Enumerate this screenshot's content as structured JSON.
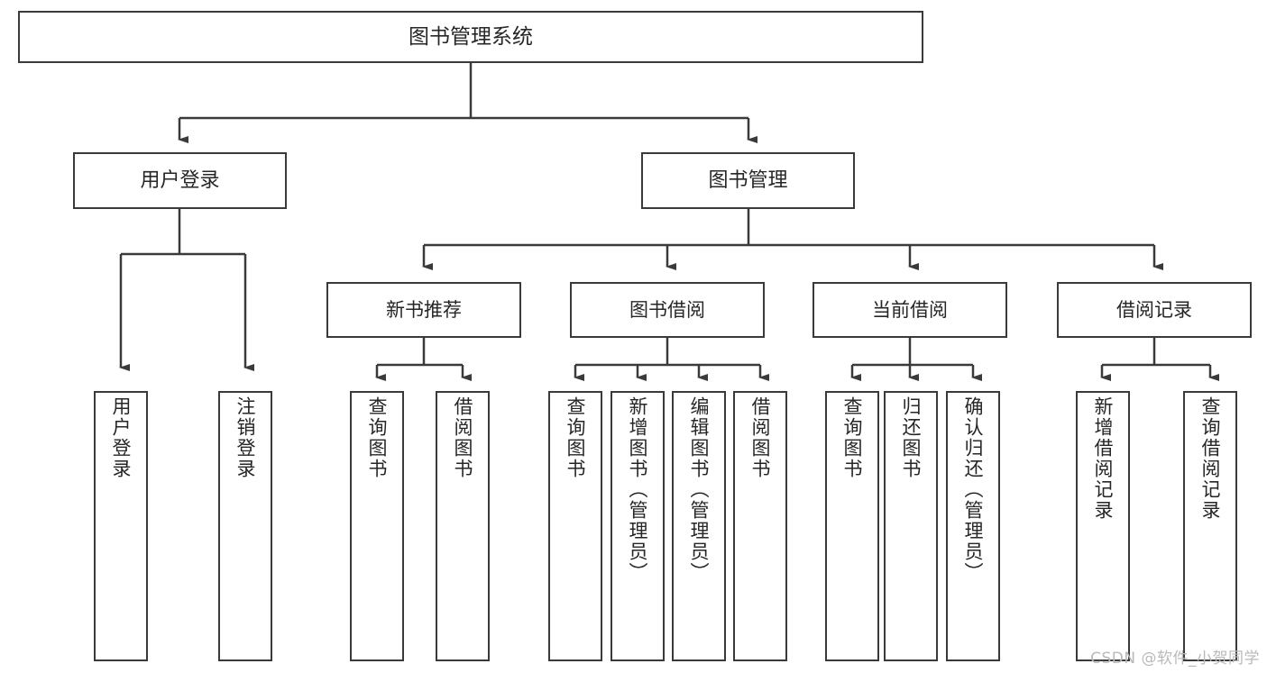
{
  "diagram": {
    "type": "tree",
    "title": "图书管理系统",
    "watermark": "CSDN @软件_小贺同学",
    "colors": {
      "background": "#ffffff",
      "box_border": "#3a3a3a",
      "connector": "#3a3a3a",
      "text": "#262626",
      "watermark": "#b9b9b9"
    }
  },
  "nodes": {
    "root": {
      "label": "图书管理系统",
      "level": 1
    },
    "l2": [
      {
        "id": "user-login",
        "label": "用户登录",
        "level": 2
      },
      {
        "id": "book-manage",
        "label": "图书管理",
        "level": 2
      }
    ],
    "l3": [
      {
        "id": "new-book-rec",
        "label": "新书推荐",
        "level": 3
      },
      {
        "id": "book-borrow",
        "label": "图书借阅",
        "level": 3
      },
      {
        "id": "current-borrow",
        "label": "当前借阅",
        "level": 3
      },
      {
        "id": "borrow-record",
        "label": "借阅记录",
        "level": 3
      }
    ],
    "leaves": {
      "user-login": [
        {
          "id": "leaf-user-login",
          "label": "用户登录"
        },
        {
          "id": "leaf-user-logout",
          "label": "注销登录"
        }
      ],
      "new-book-rec": [
        {
          "id": "leaf-query-book-1",
          "label": "查询图书"
        },
        {
          "id": "leaf-borrow-book-1",
          "label": "借阅图书"
        }
      ],
      "book-borrow": [
        {
          "id": "leaf-query-book-2",
          "label": "查询图书"
        },
        {
          "id": "leaf-add-book",
          "label": "新增图书（管理员）"
        },
        {
          "id": "leaf-edit-book",
          "label": "编辑图书（管理员）"
        },
        {
          "id": "leaf-borrow-book-2",
          "label": "借阅图书"
        }
      ],
      "current-borrow": [
        {
          "id": "leaf-query-book-3",
          "label": "查询图书"
        },
        {
          "id": "leaf-return-book",
          "label": "归还图书"
        },
        {
          "id": "leaf-confirm-return",
          "label": "确认归还（管理员）"
        }
      ],
      "borrow-record": [
        {
          "id": "leaf-add-record",
          "label": "新增借阅记录"
        },
        {
          "id": "leaf-query-record",
          "label": "查询借阅记录"
        }
      ]
    }
  }
}
